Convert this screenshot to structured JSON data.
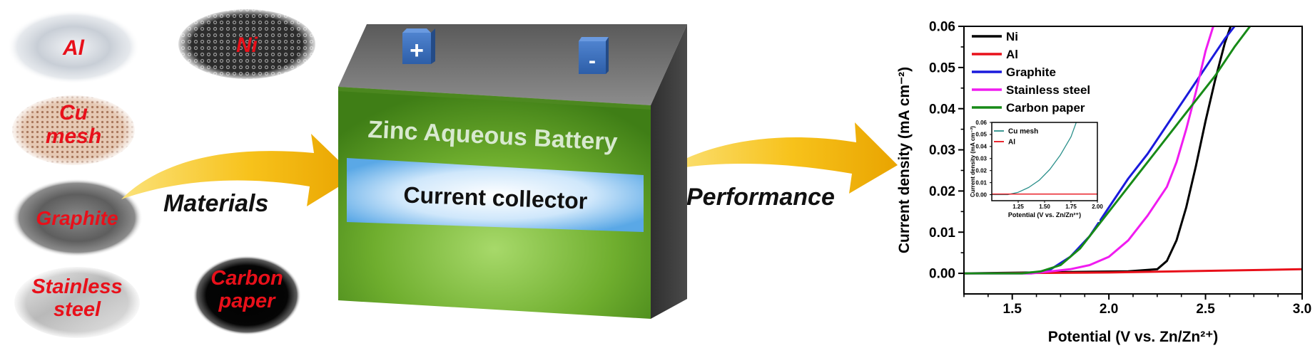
{
  "materials": {
    "items": [
      {
        "label": "Al"
      },
      {
        "label": "Ni"
      },
      {
        "label": "Cu\nmesh"
      },
      {
        "label": "Graphite"
      },
      {
        "label": "Stainless\nsteel"
      },
      {
        "label": "Carbon\npaper"
      }
    ],
    "label_color": "#e8101a"
  },
  "arrows": {
    "materials_label": "Materials",
    "performance_label": "Performance"
  },
  "battery": {
    "title": "Zinc Aqueous Battery",
    "plus": "+",
    "minus": "-",
    "collector_label": "Current collector"
  },
  "chart_data": [
    {
      "type": "line",
      "xlabel": "Potential (V vs. Zn/Zn²⁺)",
      "ylabel": "Current density (mA cm⁻²)",
      "xlim": [
        1.25,
        3.0
      ],
      "ylim": [
        -0.005,
        0.06
      ],
      "xticks": [
        "1.5",
        "2.0",
        "2.5",
        "3.0"
      ],
      "yticks": [
        "0.00",
        "0.01",
        "0.02",
        "0.03",
        "0.04",
        "0.05",
        "0.06"
      ],
      "legend": "top-left",
      "series": [
        {
          "name": "Ni",
          "color": "#000000",
          "x": [
            1.25,
            2.1,
            2.25,
            2.3,
            2.35,
            2.4,
            2.45,
            2.5,
            2.55,
            2.6,
            2.63
          ],
          "y": [
            0.0,
            0.0005,
            0.001,
            0.003,
            0.008,
            0.016,
            0.026,
            0.037,
            0.047,
            0.056,
            0.06
          ]
        },
        {
          "name": "Al",
          "color": "#e8101a",
          "x": [
            1.25,
            2.0,
            2.5,
            3.0
          ],
          "y": [
            0.0,
            0.0002,
            0.0006,
            0.001
          ]
        },
        {
          "name": "Graphite",
          "color": "#1a1adc",
          "x": [
            1.25,
            1.6,
            1.7,
            1.8,
            1.9,
            2.0,
            2.1,
            2.2,
            2.3,
            2.4,
            2.5,
            2.6,
            2.65
          ],
          "y": [
            0.0,
            0.0,
            0.001,
            0.004,
            0.009,
            0.016,
            0.023,
            0.029,
            0.036,
            0.043,
            0.05,
            0.057,
            0.06
          ]
        },
        {
          "name": "Stainless steel",
          "color": "#f01cf0",
          "x": [
            1.25,
            1.6,
            1.7,
            1.8,
            1.9,
            2.0,
            2.1,
            2.2,
            2.3,
            2.35,
            2.4,
            2.45,
            2.5,
            2.54
          ],
          "y": [
            0.0,
            0.0,
            0.0005,
            0.001,
            0.002,
            0.004,
            0.008,
            0.014,
            0.021,
            0.027,
            0.035,
            0.044,
            0.054,
            0.06
          ]
        },
        {
          "name": "Carbon paper",
          "color": "#178a17",
          "x": [
            1.25,
            1.55,
            1.65,
            1.75,
            1.85,
            1.95,
            2.05,
            2.15,
            2.25,
            2.35,
            2.45,
            2.55,
            2.65,
            2.73
          ],
          "y": [
            0.0,
            0.0,
            0.0005,
            0.002,
            0.006,
            0.012,
            0.018,
            0.024,
            0.03,
            0.036,
            0.042,
            0.048,
            0.055,
            0.06
          ]
        }
      ]
    },
    {
      "type": "line",
      "xlabel": "Potential (V vs. Zn/Zn²⁺)",
      "ylabel": "Current density (mA cm⁻²)",
      "xlim": [
        1.0,
        2.0
      ],
      "ylim": [
        -0.005,
        0.06
      ],
      "xticks": [
        "1.25",
        "1.50",
        "1.75",
        "2.00"
      ],
      "yticks": [
        "0.00",
        "0.01",
        "0.02",
        "0.03",
        "0.04",
        "0.05",
        "0.06"
      ],
      "legend": "top-left",
      "series": [
        {
          "name": "Cu mesh",
          "color": "#2a8f8a",
          "x": [
            1.0,
            1.15,
            1.25,
            1.35,
            1.45,
            1.55,
            1.65,
            1.75,
            1.8
          ],
          "y": [
            0.0,
            0.0,
            0.002,
            0.006,
            0.012,
            0.021,
            0.033,
            0.048,
            0.06
          ]
        },
        {
          "name": "Al",
          "color": "#e8101a",
          "x": [
            1.0,
            2.0
          ],
          "y": [
            0.0005,
            0.0005
          ]
        }
      ]
    }
  ]
}
